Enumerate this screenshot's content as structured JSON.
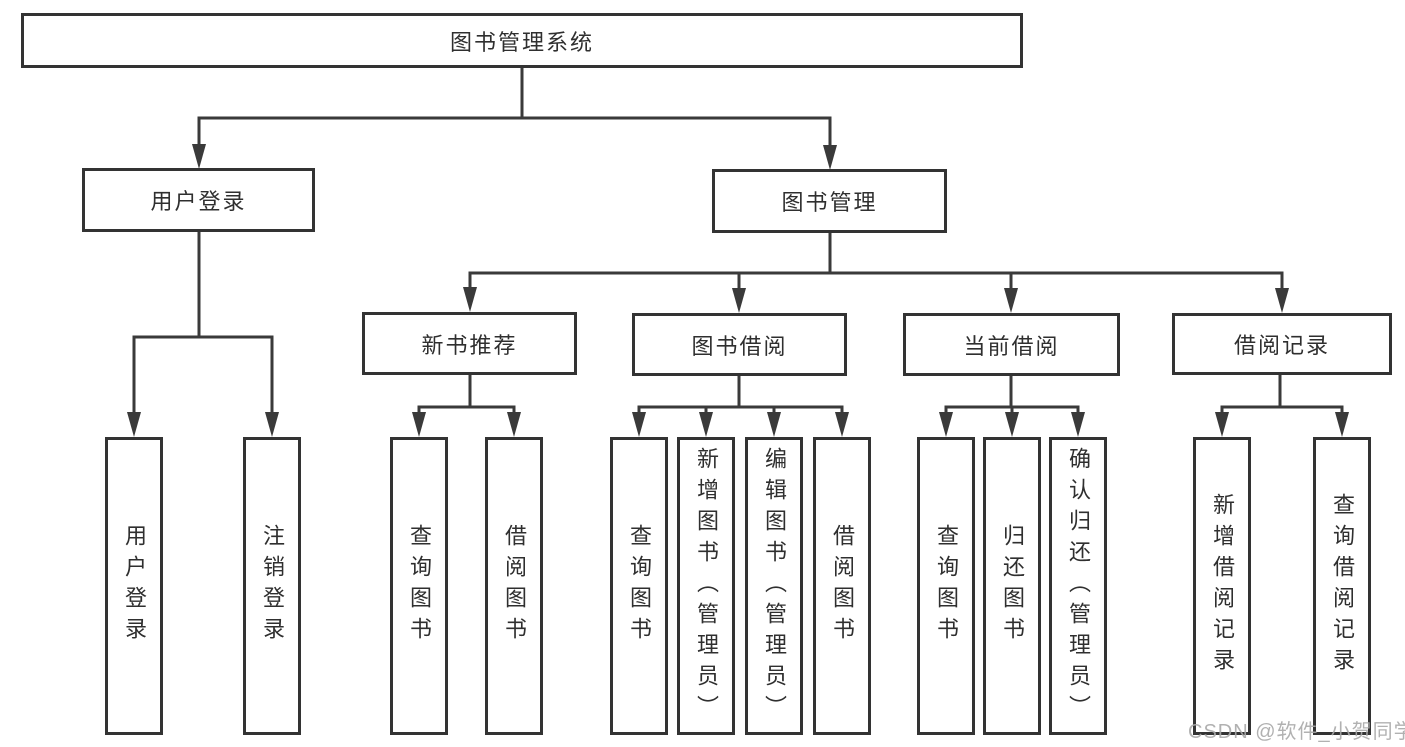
{
  "title": "图书管理系统",
  "watermark": "CSDN @软件_小贺同学",
  "colors": {
    "box_border": "#333333",
    "connector": "#3a3a3a",
    "text": "#2f2f2f",
    "watermark": "#a8a8a8",
    "background": "#ffffff"
  },
  "nodes": {
    "root": "图书管理系统",
    "user_login_group": "用户登录",
    "book_mgmt": "图书管理",
    "new_book_rec": "新书推荐",
    "book_borrow": "图书借阅",
    "current_borrow": "当前借阅",
    "borrow_records": "借阅记录",
    "user_login": "用户登录",
    "logout": "注销登录",
    "nbr_query_book": "查询图书",
    "nbr_borrow_book": "借阅图书",
    "bb_query_book": "查询图书",
    "bb_add_book": "新增图书（管理员）",
    "bb_edit_book": "编辑图书（管理员）",
    "bb_borrow_book": "借阅图书",
    "cb_query_book": "查询图书",
    "cb_return_book": "归还图书",
    "cb_confirm_return": "确认归还（管理员）",
    "br_add_record": "新增借阅记录",
    "br_query_record": "查询借阅记录"
  }
}
